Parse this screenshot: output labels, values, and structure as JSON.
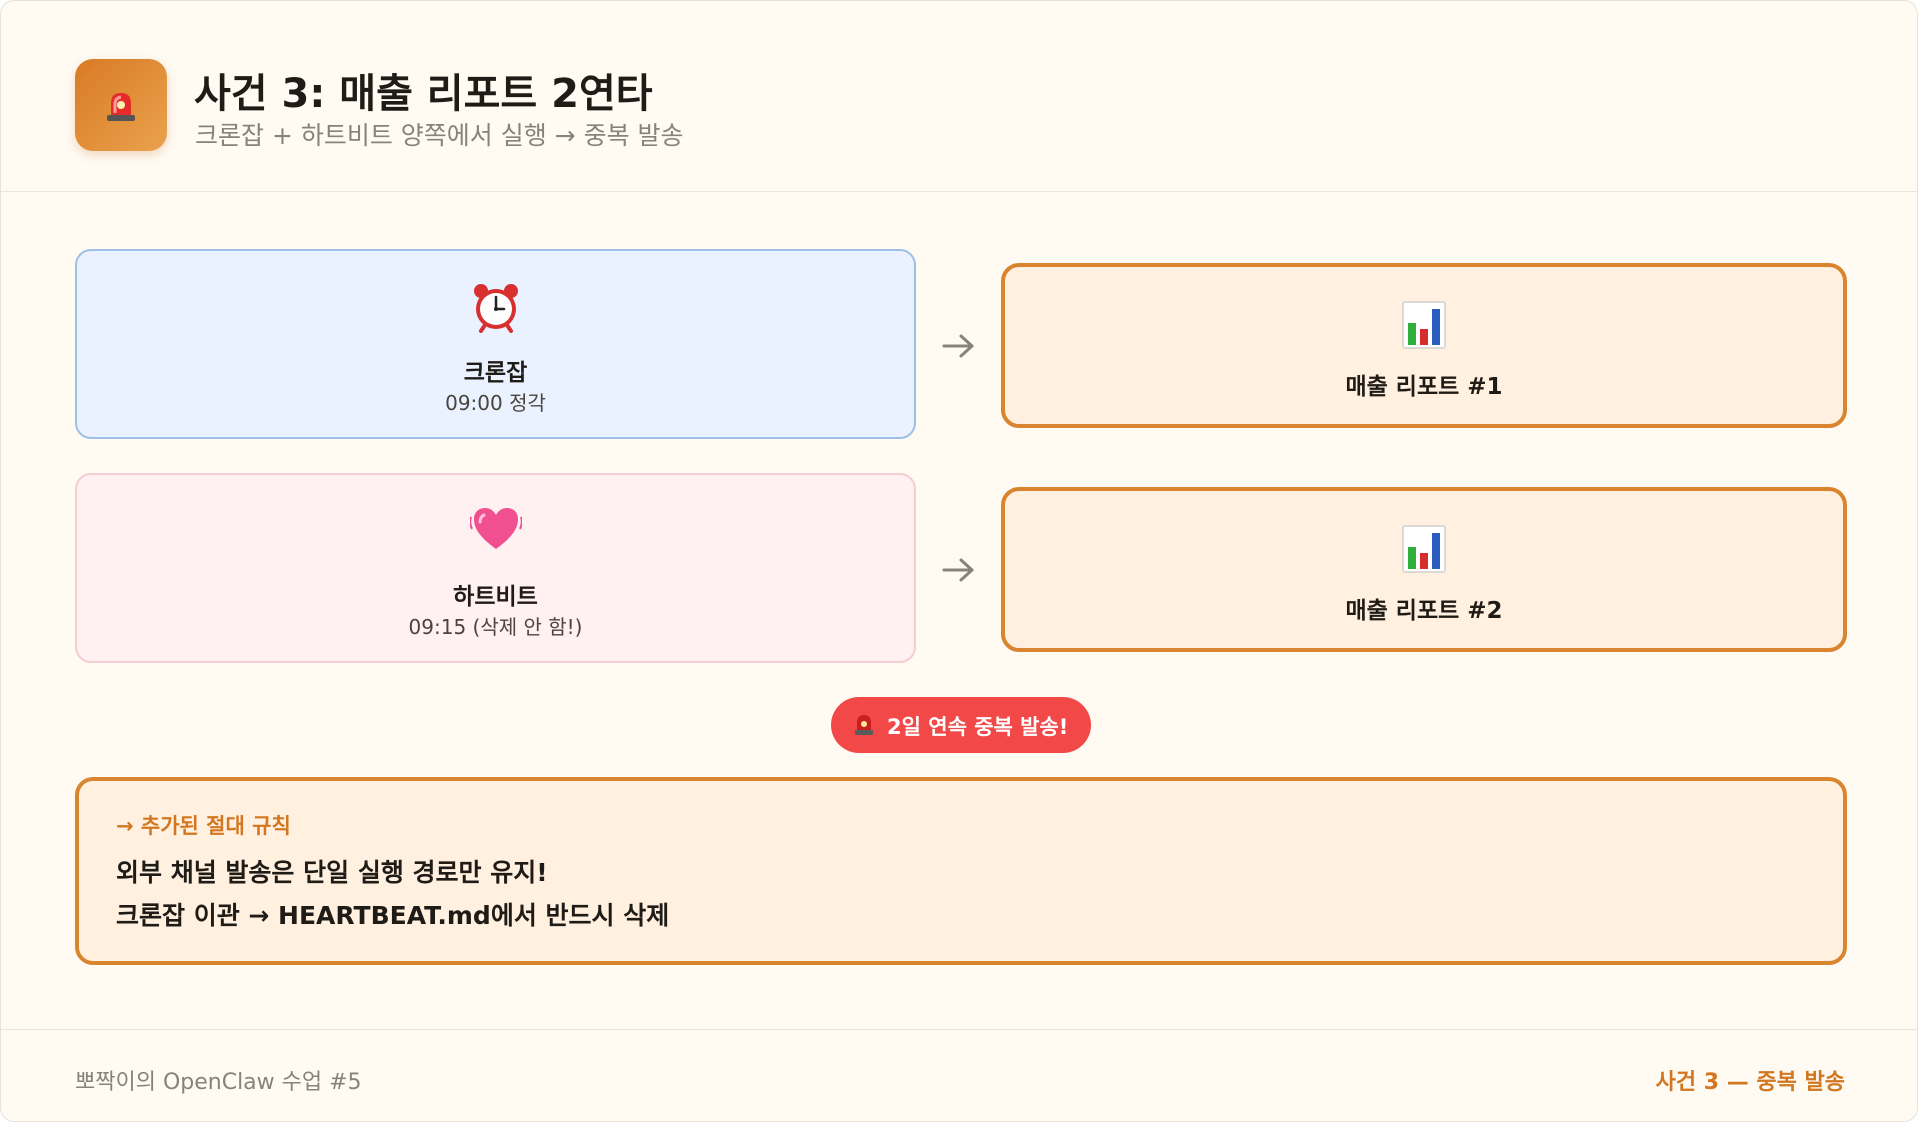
{
  "header": {
    "title": "사건 3: 매출 리포트 2연타",
    "subtitle": "크론잡 + 하트비트 양쪽에서 실행 → 중복 발송",
    "icon": "siren-icon"
  },
  "sources": [
    {
      "name": "크론잡",
      "time": "09:00 정각",
      "icon": "alarm-clock-icon"
    },
    {
      "name": "하트비트",
      "time": "09:15 (삭제 안 함!)",
      "icon": "heart-icon"
    }
  ],
  "reports": [
    {
      "label": "매출 리포트 #1",
      "icon": "bar-chart-icon"
    },
    {
      "label": "매출 리포트 #2",
      "icon": "bar-chart-icon"
    }
  ],
  "alert": {
    "text": "2일 연속 중복 발송!",
    "icon": "siren-icon"
  },
  "rule": {
    "heading": "→ 추가된 절대 규칙",
    "line1": "외부 채널 발송은 단일 실행 경로만 유지!",
    "line2": "크론잡 이관 → HEARTBEAT.md에서 반드시 삭제"
  },
  "footer": {
    "left": "뽀짝이의 OpenClaw 수업 #5",
    "right": "사건 3 — 중복 발송"
  },
  "colors": {
    "accent": "#d98530",
    "alert": "#f24848",
    "cron_bg": "#eaf2ff",
    "heart_bg": "#fff0f1",
    "report_bg": "#fff0e0"
  }
}
